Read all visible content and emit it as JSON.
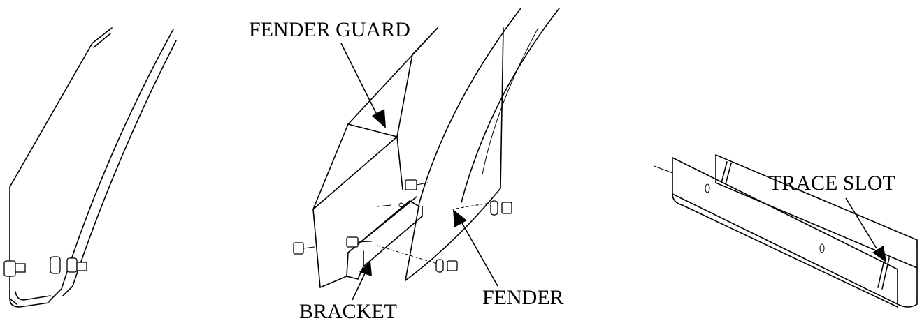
{
  "labels": {
    "fender_guard": "FENDER GUARD",
    "fender": "FENDER",
    "bracket": "BRACKET",
    "trace_slot": "TRACE SLOT"
  },
  "colors": {
    "line": "#000000",
    "background": "#ffffff"
  }
}
